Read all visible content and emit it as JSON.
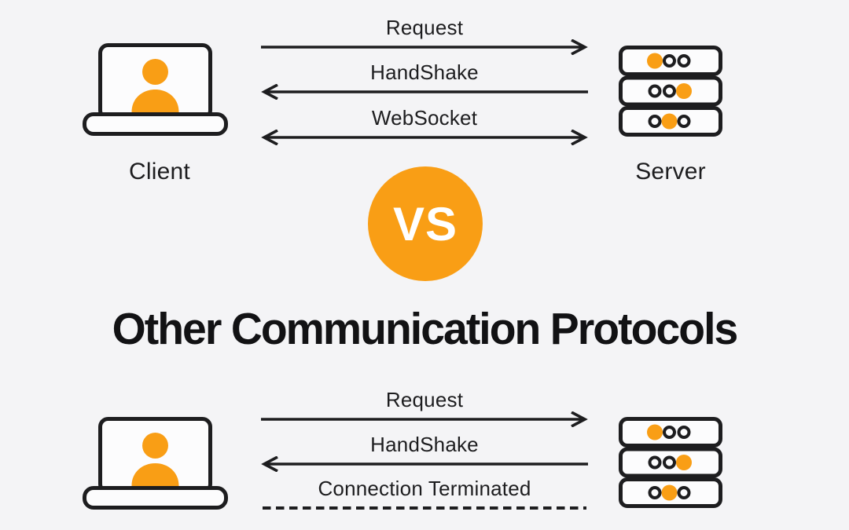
{
  "colors": {
    "background": "#F4F4F6",
    "accent_orange": "#F99E15",
    "outline_dark": "#1D1D1F",
    "text_dark": "#1D1D1F",
    "device_fill": "#FCFCFD",
    "vs_text": "#FFFFFF"
  },
  "top_section": {
    "client_label": "Client",
    "server_label": "Server",
    "arrows": [
      {
        "label": "Request",
        "direction": "right",
        "line_style": "solid"
      },
      {
        "label": "HandShake",
        "direction": "left",
        "line_style": "solid"
      },
      {
        "label": "WebSocket",
        "direction": "both",
        "line_style": "solid"
      }
    ]
  },
  "vs_badge": {
    "label": "VS"
  },
  "section_title": "Other Communication Protocols",
  "bottom_section": {
    "arrows": [
      {
        "label": "Request",
        "direction": "right",
        "line_style": "solid"
      },
      {
        "label": "HandShake",
        "direction": "left",
        "line_style": "solid"
      },
      {
        "label": "Connection Terminated",
        "direction": "none",
        "line_style": "dashed"
      }
    ]
  },
  "icons": {
    "client": "laptop-user-icon",
    "server": "server-stack-icon"
  }
}
